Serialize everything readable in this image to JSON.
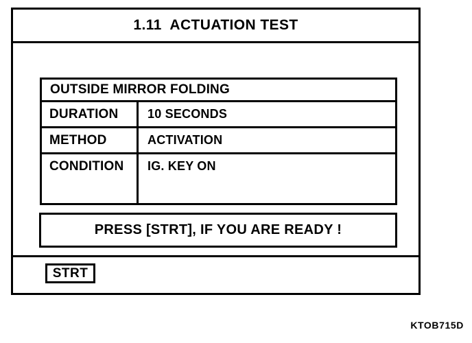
{
  "screen": {
    "title": "1.11  ACTUATION TEST",
    "background_color": "#ffffff",
    "foreground_color": "#000000"
  },
  "info_table": {
    "header": "OUTSIDE MIRROR FOLDING",
    "rows": [
      {
        "label": "DURATION",
        "value": "10 SECONDS"
      },
      {
        "label": "METHOD",
        "value": "ACTIVATION"
      },
      {
        "label": "CONDITION",
        "value": "IG. KEY ON"
      }
    ]
  },
  "prompt": {
    "message": "PRESS [STRT], IF YOU ARE READY !"
  },
  "button_bar": {
    "start_button_label": "STRT"
  },
  "figure": {
    "reference_code": "KTOB715D"
  }
}
